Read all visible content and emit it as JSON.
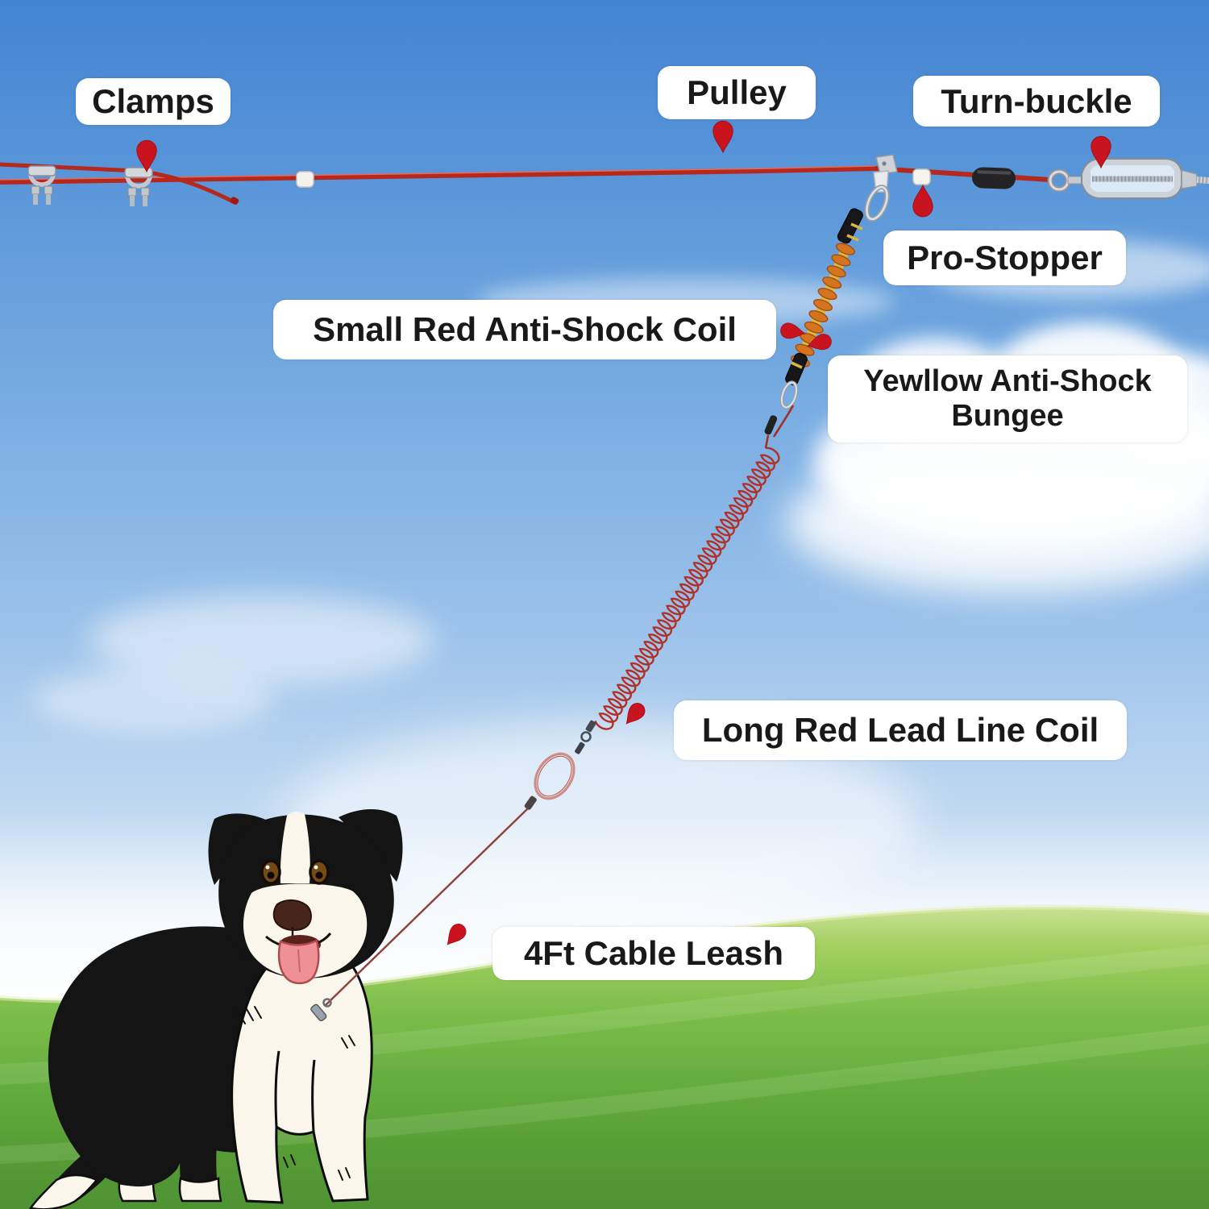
{
  "labels": {
    "clamps": "Clamps",
    "pulley": "Pulley",
    "turn_buckle": "Turn-buckle",
    "pro_stopper": "Pro-Stopper",
    "small_red_anti_shock_coil": "Small Red Anti-Shock Coil",
    "yellow_anti_shock_bungee_line1": "Yewllow Anti-Shock",
    "yellow_anti_shock_bungee_line2": "Bungee",
    "long_red_lead_line_coil": "Long Red Lead Line Coil",
    "cable_leash": "4Ft Cable Leash"
  },
  "markers": [
    {
      "id": "clamps-pin",
      "shape": "droplet",
      "direction": "down"
    },
    {
      "id": "pulley-pin",
      "shape": "droplet",
      "direction": "down"
    },
    {
      "id": "turnbuckle-pin",
      "shape": "droplet",
      "direction": "down"
    },
    {
      "id": "pro-stopper-pin",
      "shape": "droplet",
      "direction": "up"
    },
    {
      "id": "small-coil-left-pin",
      "shape": "droplet",
      "direction": "right"
    },
    {
      "id": "small-coil-right-pin",
      "shape": "droplet",
      "direction": "down-left"
    },
    {
      "id": "long-coil-pin",
      "shape": "droplet",
      "direction": "down-left"
    },
    {
      "id": "leash-pin",
      "shape": "droplet",
      "direction": "down-left"
    }
  ],
  "colors": {
    "marker_red": "#c9131f",
    "cable_red": "#b5281e",
    "lead_line_red": "#b23026",
    "bungee_yellow": "#ddb83e",
    "bungee_coil_orange": "#d4741f",
    "metal_silver": "#c6cbd1",
    "stopper_black": "#232325",
    "label_background": "#ffffff",
    "label_text": "#191919",
    "sky_top": "#4384d2",
    "grass_green": "#66ad3f"
  }
}
